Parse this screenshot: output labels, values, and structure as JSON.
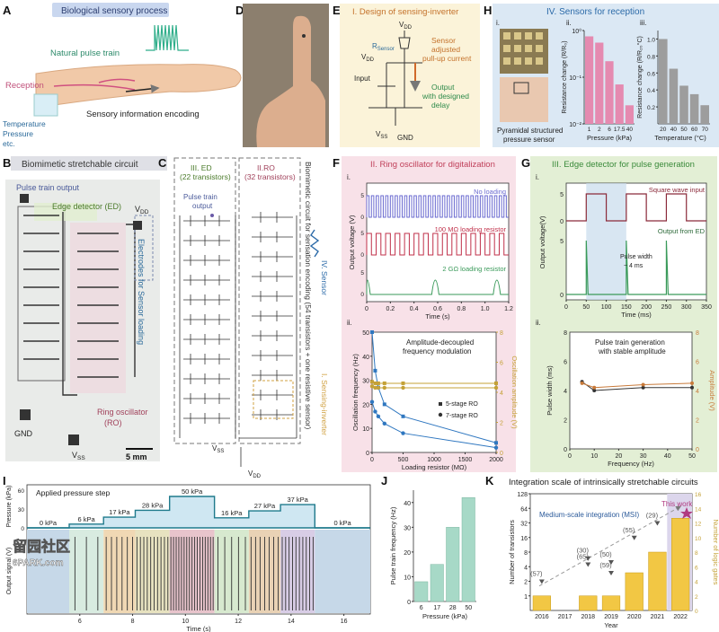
{
  "panels": {
    "A": {
      "letter": "A",
      "title": "Biological sensory process",
      "natural": "Natural pulse train",
      "reception": "Reception",
      "stimuli": [
        "Temperature",
        "Pressure",
        "etc."
      ],
      "encoding": "Sensory information encoding"
    },
    "B": {
      "letter": "B",
      "title": "Biomimetic stretchable circuit",
      "pulse": "Pulse train output",
      "ed": "Edge detector (ED)",
      "vdd": "V",
      "vdd_sub": "DD",
      "electrodes": "Electrodes for Sensor loading",
      "ro": [
        "Ring oscillator",
        "(RO)"
      ],
      "gnd": "GND",
      "vss": "V",
      "vss_sub": "SS",
      "scale": "5 mm"
    },
    "C": {
      "letter": "C",
      "ed": [
        "III. ED",
        "(22 transistors)"
      ],
      "ro": [
        "II.RO",
        "(32 transistors)"
      ],
      "pulse": [
        "Pulse train",
        "output"
      ],
      "vertical": "Biomimetic circuit for sensation encoding (54 transistors + one resistive sensor)",
      "sensor": "IV. Sensor",
      "inverter": "I. Sensing-inverter",
      "vss": "V",
      "vss_sub": "SS",
      "vdd": "V",
      "vdd_sub": "DD"
    },
    "D": {
      "letter": "D"
    },
    "E": {
      "letter": "E",
      "title": "I. Design of sensing-inverter",
      "vdd": "V",
      "vdd_sub": "DD",
      "rsensor": "R",
      "rsensor_sub": "Sensor",
      "sensor_note": [
        "Sensor",
        "adjusted",
        "pull-up current"
      ],
      "input": "Input",
      "output_note": [
        "Output",
        "with designed",
        "delay"
      ],
      "vss": "V",
      "vss_sub": "SS",
      "gnd": "GND"
    },
    "H": {
      "letter": "H",
      "title": "IV. Sensors for reception",
      "sub_i": "i.",
      "sub_ii": "ii.",
      "sub_iii": "iii.",
      "caption": [
        "Pyramidal structured",
        "pressure sensor"
      ]
    },
    "F": {
      "letter": "F",
      "title": "II. Ring oscillator for digitalization",
      "sub_i": "i.",
      "sub_ii": "ii.",
      "traces": [
        "No loading",
        "100 MΩ loading resistor",
        "2 GΩ loading resistor"
      ],
      "i_ylabel": "Output voltage (V)",
      "i_xlabel": "Time (s)",
      "ii_title": [
        "Amplitude-decoupled",
        "frequency modulation"
      ],
      "ii_xlabel": "Loading resistor (MΩ)",
      "ii_ylabel": "Oscillation frequency (Hz)",
      "ii_ylabel2": "Oscillation amplitude (V)",
      "legend": [
        "5-stage RO",
        "7-stage RO"
      ]
    },
    "G": {
      "letter": "G",
      "title": "III. Edge detector for pulse generation",
      "sub_i": "i.",
      "sub_ii": "ii.",
      "square": "Square wave input",
      "output": "Output from ED",
      "pw": [
        "Pulse width",
        "~ 4 ms"
      ],
      "i_ylabel": "Output voltage(V)",
      "i_xlabel": "Time (ms)",
      "ii_title": [
        "Pulse train generation",
        "with stable amplitude"
      ],
      "ii_xlabel": "Frequency (Hz)",
      "ii_ylabel": "Pulse width (ms)",
      "ii_ylabel2": "Amplitude (V)"
    },
    "I": {
      "letter": "I",
      "title": "Applied pressure step",
      "ylabel_top": "Pressure (kPa)",
      "ylabel_bottom": "Output signal (V)",
      "xlabel": "Time (s)",
      "steps": [
        "0 kPa",
        "6 kPa",
        "17 kPa",
        "28 kPa",
        "50 kPa",
        "16 kPa",
        "27 kPa",
        "37 kPa",
        "0 kPa"
      ]
    },
    "J": {
      "letter": "J",
      "ylabel": "Pulse train frequency (Hz)",
      "xlabel": "Pressure (kPa)"
    },
    "K": {
      "letter": "K",
      "title": "Integration scale of intrinsically stretchable circuits",
      "this_work": "This work",
      "msi": "Medium-scale integration (MSI)",
      "ylabel": "Number of transistors",
      "ylabel2": "Number of logic gates",
      "xlabel": "Year",
      "annotations": [
        "(57)",
        "(30)",
        "(65)",
        "(50)",
        "(59)",
        "(55)",
        "(29)"
      ]
    }
  },
  "watermark": {
    "cn": "留园社区",
    "site": "6PARK.com"
  },
  "chart_data": [
    {
      "type": "bar",
      "panel": "H.ii",
      "categories": [
        "1",
        "2",
        "6",
        "17.5",
        "40"
      ],
      "values": [
        0.75,
        0.55,
        0.22,
        0.07,
        0.025
      ],
      "ylabel": "Resistance change (R/R₀)",
      "xlabel": "Pressure (kPa)",
      "yscale": "log",
      "ylim": [
        0.01,
        1
      ],
      "yticks": [
        "10⁰",
        "10⁻¹",
        "10⁻²"
      ],
      "color": "#e58ab0"
    },
    {
      "type": "bar",
      "panel": "H.iii",
      "categories": [
        "20",
        "40",
        "50",
        "60",
        "70"
      ],
      "values": [
        1.0,
        0.65,
        0.45,
        0.35,
        0.22
      ],
      "ylabel": "Resistance change (R/R₂₀°C)",
      "xlabel": "Temperature (°C)",
      "ylim": [
        0,
        1.1
      ],
      "yticks": [
        "0.2",
        "0.4",
        "0.6",
        "0.8",
        "1.0"
      ],
      "color": "#9d9d9d"
    },
    {
      "type": "line",
      "panel": "F.i",
      "xlabel": "Time (s)",
      "ylabel": "Output voltage (V)",
      "xlim": [
        0,
        1.2
      ],
      "xticks": [
        "0",
        "0.2",
        "0.4",
        "0.6",
        "0.8",
        "1.0",
        "1.2"
      ],
      "yticks": [
        "0",
        "5"
      ],
      "series": [
        {
          "name": "No loading",
          "period_s": 0.04,
          "color": "#6b6bd0"
        },
        {
          "name": "100 MΩ loading resistor",
          "period_s": 0.08,
          "color": "#c0304a"
        },
        {
          "name": "2 GΩ loading resistor",
          "period_s": 0.55,
          "color": "#3a9a5a"
        }
      ]
    },
    {
      "type": "line",
      "panel": "F.ii",
      "xlabel": "Loading resistor (MΩ)",
      "ylabel": "Oscillation frequency (Hz)",
      "ylabel2": "Oscillation amplitude (V)",
      "xlim": [
        0,
        2000
      ],
      "ylim": [
        0,
        50
      ],
      "y2lim": [
        0,
        8
      ],
      "xticks": [
        "0",
        "500",
        "1000",
        "1500",
        "2000"
      ],
      "yticks": [
        "0",
        "10",
        "20",
        "30",
        "40",
        "50"
      ],
      "y2ticks": [
        "0",
        "2",
        "4",
        "6",
        "8"
      ],
      "series": [
        {
          "name": "5-stage RO",
          "axis": "frequency",
          "x": [
            0,
            50,
            100,
            200,
            500,
            2000
          ],
          "values": [
            50,
            34,
            27,
            20,
            15,
            4
          ],
          "color": "#2f77c0"
        },
        {
          "name": "7-stage RO",
          "axis": "frequency",
          "x": [
            0,
            50,
            100,
            200,
            500,
            2000
          ],
          "values": [
            21,
            17,
            15,
            12,
            8,
            2
          ],
          "color": "#2f77c0"
        },
        {
          "name": "5-stage RO amplitude",
          "axis": "amplitude",
          "x": [
            0,
            50,
            100,
            200,
            500,
            2000
          ],
          "values": [
            4.7,
            4.6,
            4.6,
            4.6,
            4.6,
            4.6
          ],
          "color": "#c4a136"
        },
        {
          "name": "7-stage RO amplitude",
          "axis": "amplitude",
          "x": [
            0,
            50,
            100,
            200,
            500,
            2000
          ],
          "values": [
            4.4,
            4.3,
            4.3,
            4.3,
            4.3,
            4.3
          ],
          "color": "#c4a136"
        }
      ]
    },
    {
      "type": "line",
      "panel": "G.i",
      "xlabel": "Time (ms)",
      "ylabel": "Output voltage(V)",
      "xlim": [
        0,
        350
      ],
      "xticks": [
        "0",
        "50",
        "100",
        "150",
        "200",
        "250",
        "300",
        "350"
      ],
      "yticks": [
        "0",
        "5",
        "0",
        "5"
      ],
      "series": [
        {
          "name": "Square wave input",
          "edges_ms": [
            [
              50,
              100
            ],
            [
              150,
              200
            ],
            [
              250,
              300
            ]
          ],
          "color": "#8b2a3a"
        },
        {
          "name": "Output from ED",
          "pulses_ms": [
            50,
            150,
            250
          ],
          "pulse_width_ms": 4,
          "color": "#3a9a5a"
        }
      ]
    },
    {
      "type": "line",
      "panel": "G.ii",
      "xlabel": "Frequency (Hz)",
      "ylabel": "Pulse width (ms)",
      "ylabel2": "Amplitude (V)",
      "xlim": [
        0,
        50
      ],
      "ylim": [
        0,
        8
      ],
      "y2lim": [
        0,
        8
      ],
      "xticks": [
        "0",
        "10",
        "20",
        "30",
        "40",
        "50"
      ],
      "yticks": [
        "0",
        "2",
        "4",
        "6",
        "8"
      ],
      "y2ticks": [
        "0",
        "2",
        "4",
        "6",
        "8"
      ],
      "series": [
        {
          "name": "Pulse width",
          "x": [
            5,
            10,
            30,
            50
          ],
          "values": [
            4.6,
            4.0,
            4.2,
            4.2
          ],
          "color": "#333333"
        },
        {
          "name": "Amplitude",
          "x": [
            5,
            10,
            30,
            50
          ],
          "values": [
            4.5,
            4.2,
            4.4,
            4.5
          ],
          "color": "#c87a3a"
        }
      ]
    },
    {
      "type": "line",
      "panel": "I",
      "xlabel": "Time (s)",
      "xlim": [
        4,
        17
      ],
      "xticks": [
        "6",
        "8",
        "10",
        "12",
        "14",
        "16"
      ],
      "ylabel": "Pressure (kPa)",
      "ylim": [
        0,
        60
      ],
      "yticks": [
        "0",
        "30",
        "60"
      ],
      "series": [
        {
          "name": "Applied pressure step",
          "x": [
            4,
            5.6,
            5.6,
            6.9,
            6.9,
            8.1,
            8.1,
            9.4,
            9.4,
            11.1,
            11.1,
            12.4,
            12.4,
            13.6,
            13.6,
            14.9,
            14.9,
            17
          ],
          "values": [
            0,
            0,
            6,
            6,
            17,
            17,
            28,
            28,
            50,
            50,
            16,
            16,
            27,
            27,
            37,
            37,
            0,
            0
          ],
          "color": "#1f7a8c"
        }
      ]
    },
    {
      "type": "bar",
      "panel": "J",
      "categories": [
        "6",
        "17",
        "28",
        "50"
      ],
      "values": [
        8,
        15,
        30,
        42
      ],
      "xlabel": "Pressure (kPa)",
      "ylabel": "Pulse train frequency (Hz)",
      "ylim": [
        0,
        45
      ],
      "yticks": [
        "0",
        "10",
        "20",
        "30",
        "40"
      ],
      "color": "#a7d9c7"
    },
    {
      "type": "bar",
      "panel": "K",
      "categories": [
        "2016",
        "2017",
        "2018",
        "2019",
        "2020",
        "2021",
        "2022"
      ],
      "values": [
        1,
        0,
        1,
        1,
        3,
        8,
        40
      ],
      "xlabel": "Year",
      "ylabel": "Number of transistors",
      "yscale": "log",
      "ylim": [
        0.5,
        128
      ],
      "yticks": [
        "1",
        "2",
        "4",
        "8",
        "16",
        "32",
        "64",
        "128"
      ],
      "ylabel2": "Number of logic gates",
      "y2lim": [
        0,
        16
      ],
      "y2ticks": [
        "0",
        "2",
        "4",
        "6",
        "8",
        "10",
        "12",
        "14",
        "16"
      ],
      "color": "#f2c744"
    }
  ]
}
